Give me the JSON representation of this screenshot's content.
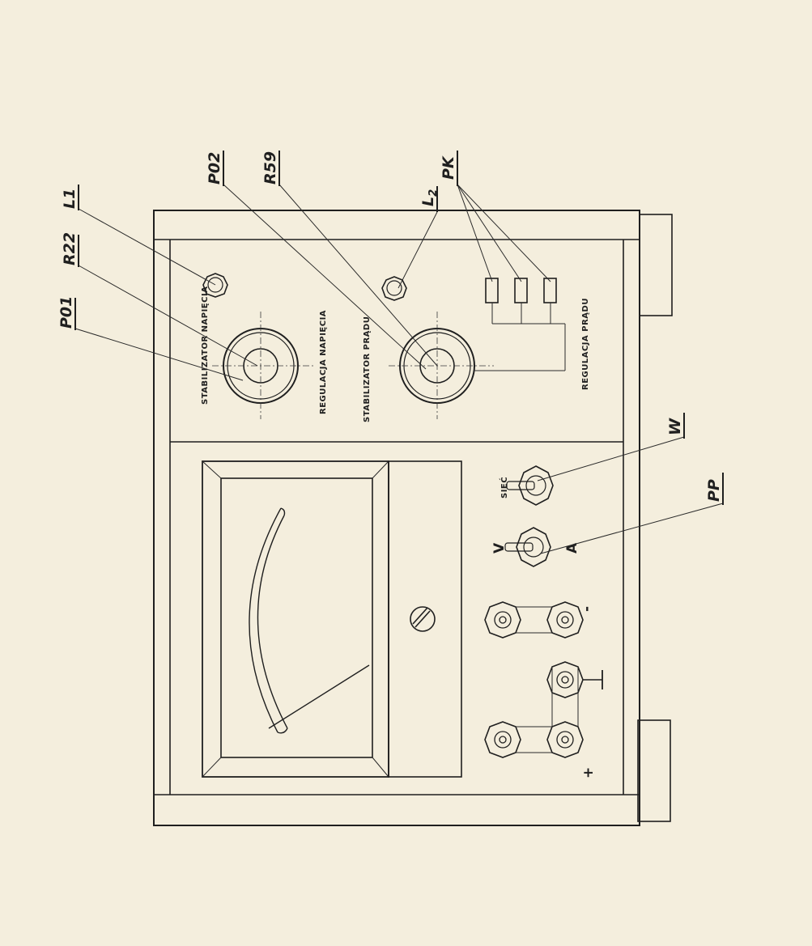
{
  "labels": {
    "po1": "P01",
    "r22": "R22",
    "l1": "L1",
    "po2": "P02",
    "r59": "R59",
    "l2": "L",
    "l2_sub": "2",
    "pk": "PK",
    "w": "W",
    "pp": "PP"
  },
  "panel_text": {
    "stab_voltage": "STABILIZATOR NAPIĘCIA",
    "reg_voltage": "REGULACJA NAPIĘCIA",
    "stab_current": "STABILIZATOR PRĄDU",
    "reg_current": "REGULACJA PRĄDU",
    "siec": "SIEĆ",
    "v": "V",
    "a": "A",
    "minus": "-",
    "plus": "+"
  },
  "colors": {
    "paper": "#f4eedd",
    "ink": "#1f1f1f"
  }
}
